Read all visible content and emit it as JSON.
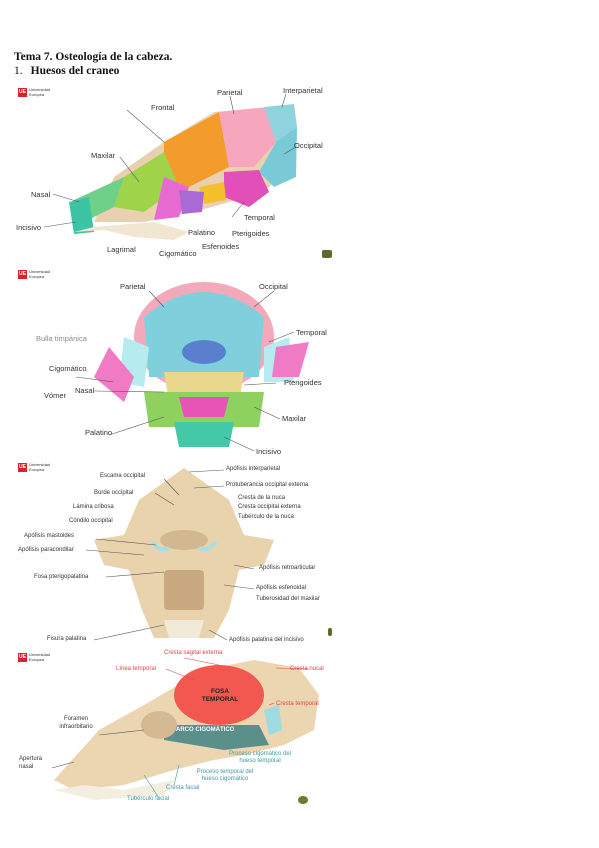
{
  "document": {
    "title": "Tema 7. Osteología de la cabeza.",
    "section_number": "1.",
    "section_title": "Huesos del craneo"
  },
  "logo": {
    "mark": "UE",
    "text": "Universidad Europea"
  },
  "figure1": {
    "labels": {
      "frontal": "Frontal",
      "parietal": "Parietal",
      "interparietal": "Interparietal",
      "occipital": "Occipital",
      "maxilar": "Maxilar",
      "nasal": "Nasal",
      "incisivo": "Incisivo",
      "lagrimal": "Lagrimal",
      "cigomatico": "Cigomático",
      "esfenoides": "Esfenoides",
      "palatino": "Palatino",
      "pterigoides": "Pterigoides",
      "temporal": "Temporal"
    }
  },
  "figure2": {
    "labels": {
      "parietal": "Parietal",
      "occipital": "Occipital",
      "bulla": "Bulla timpánica",
      "temporal": "Temporal",
      "cigomatico": "Cigomático",
      "nasal": "Nasal",
      "vomer": "Vómer",
      "pterigoides": "Pterigoides",
      "maxilar": "Maxilar",
      "palatino": "Palatino",
      "incisivo": "Incisivo"
    }
  },
  "figure3": {
    "labels": {
      "escama": "Escama occipital",
      "borde": "Borde occipital",
      "lamina": "Lámina cribosa",
      "condilo": "Cóndilo occipital",
      "mastoides": "Apófisis mastoides",
      "paracondilar": "Apófisis paracondilar",
      "fosa": "Fosa pterigopalatina",
      "fisura": "Fisura palatina",
      "interparietal": "Apófisis interparietal",
      "protuberancia": "Protuberancia occipital externa",
      "cresta_nuca": "Cresta de la nuca",
      "cresta_occ": "Cresta occipital externa",
      "tuberculo_nuca": "Tubérculo de la nuca",
      "retroarticular": "Apófisis retroarticular",
      "esfenoidal": "Apófisis esfenoidal",
      "tuberosidad": "Tuberosidad del maxilar",
      "palatina_incisivo": "Apófisis palatina del incisivo"
    }
  },
  "figure4": {
    "labels": {
      "cresta_sagital": "Cresta sagital externa",
      "linea_temporal": "Línea temporal",
      "cresta_nucal": "Cresta nucal",
      "fosa_temporal": "FOSA TEMPORAL",
      "cresta_temporal": "Cresta temporal",
      "arco": "ARCO CIGOMÁTICO",
      "foramen": "Foramen infraorbitario",
      "apertura": "Apertura nasal",
      "proc_cigomatico": "Proceso cigomático del hueso temporal",
      "proc_temporal": "Proceso temporal del hueso cigomático",
      "cresta_facial": "Cresta facial",
      "tuberculo_facial": "Tubérculo facial"
    }
  }
}
